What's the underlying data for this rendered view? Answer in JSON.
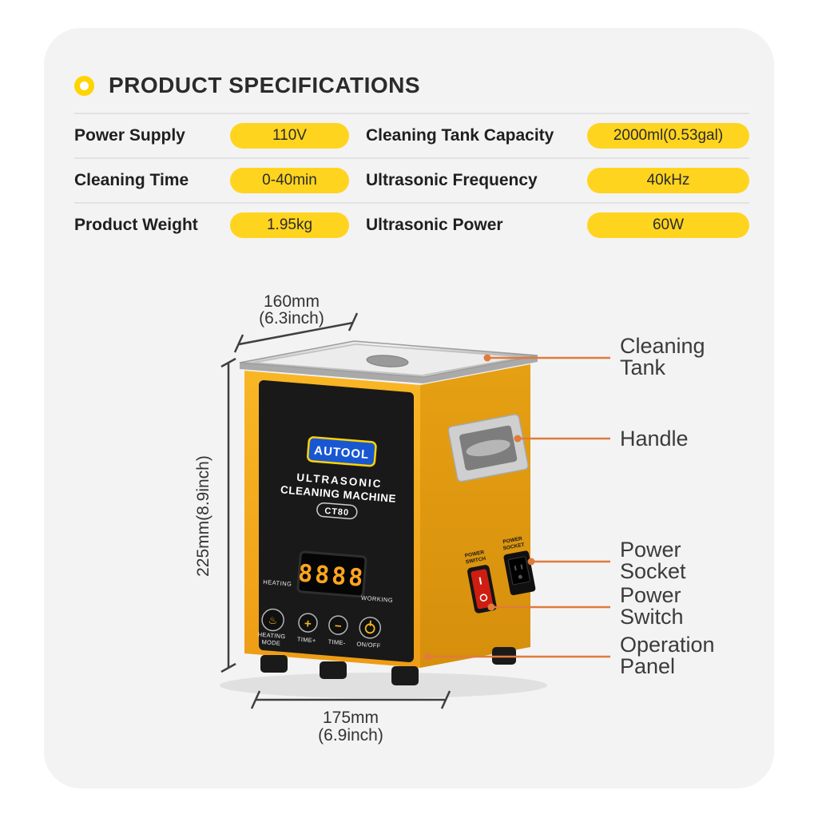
{
  "header": {
    "title": "PRODUCT SPECIFICATIONS"
  },
  "specs": [
    {
      "col1": {
        "label": "Power Supply",
        "value": "110V"
      },
      "col2": {
        "label": "Cleaning Tank Capacity",
        "value": "2000ml(0.53gal)"
      }
    },
    {
      "col1": {
        "label": "Cleaning Time",
        "value": "0-40min"
      },
      "col2": {
        "label": "Ultrasonic Frequency",
        "value": "40kHz"
      }
    },
    {
      "col1": {
        "label": "Product Weight",
        "value": "1.95kg"
      },
      "col2": {
        "label": "Ultrasonic Power",
        "value": "60W"
      }
    }
  ],
  "dimensions": {
    "depth": "160mm",
    "depth_inch": "(6.3inch)",
    "height": "225mm(8.9inch)",
    "width": "175mm",
    "width_inch": "(6.9inch)"
  },
  "callouts": {
    "cleaning_tank_1": "Cleaning",
    "cleaning_tank_2": "Tank",
    "handle": "Handle",
    "power_socket_1": "Power",
    "power_socket_2": "Socket",
    "power_switch_1": "Power",
    "power_switch_2": "Switch",
    "operation_panel_1": "Operation",
    "operation_panel_2": "Panel"
  },
  "machine": {
    "brand": "AUTOOL",
    "product_line1": "ULTRASONIC",
    "product_line2": "CLEANING MACHINE",
    "model": "CT80",
    "display": "8888",
    "indicator_heating": "HEATING",
    "indicator_working": "WORKING",
    "knob1_icon": "♨",
    "knob1_label1": "HEATING",
    "knob1_label2": "MODE",
    "knob2_icon": "+",
    "knob2_label": "TIME+",
    "knob3_icon": "−",
    "knob3_label": "TIME-",
    "knob4_label": "ON/OFF",
    "side_switch_1": "POWER",
    "side_switch_2": "SWITCH",
    "side_socket_1": "POWER",
    "side_socket_2": "SOCKET"
  },
  "colors": {
    "pill_yellow": "#FFD41F",
    "bullet_yellow": "#FFD400",
    "machine_yellow": "#F2A81C",
    "callout_orange": "#E07B3A",
    "brand_blue": "#1957D2",
    "display_amber": "#FFA51E"
  }
}
